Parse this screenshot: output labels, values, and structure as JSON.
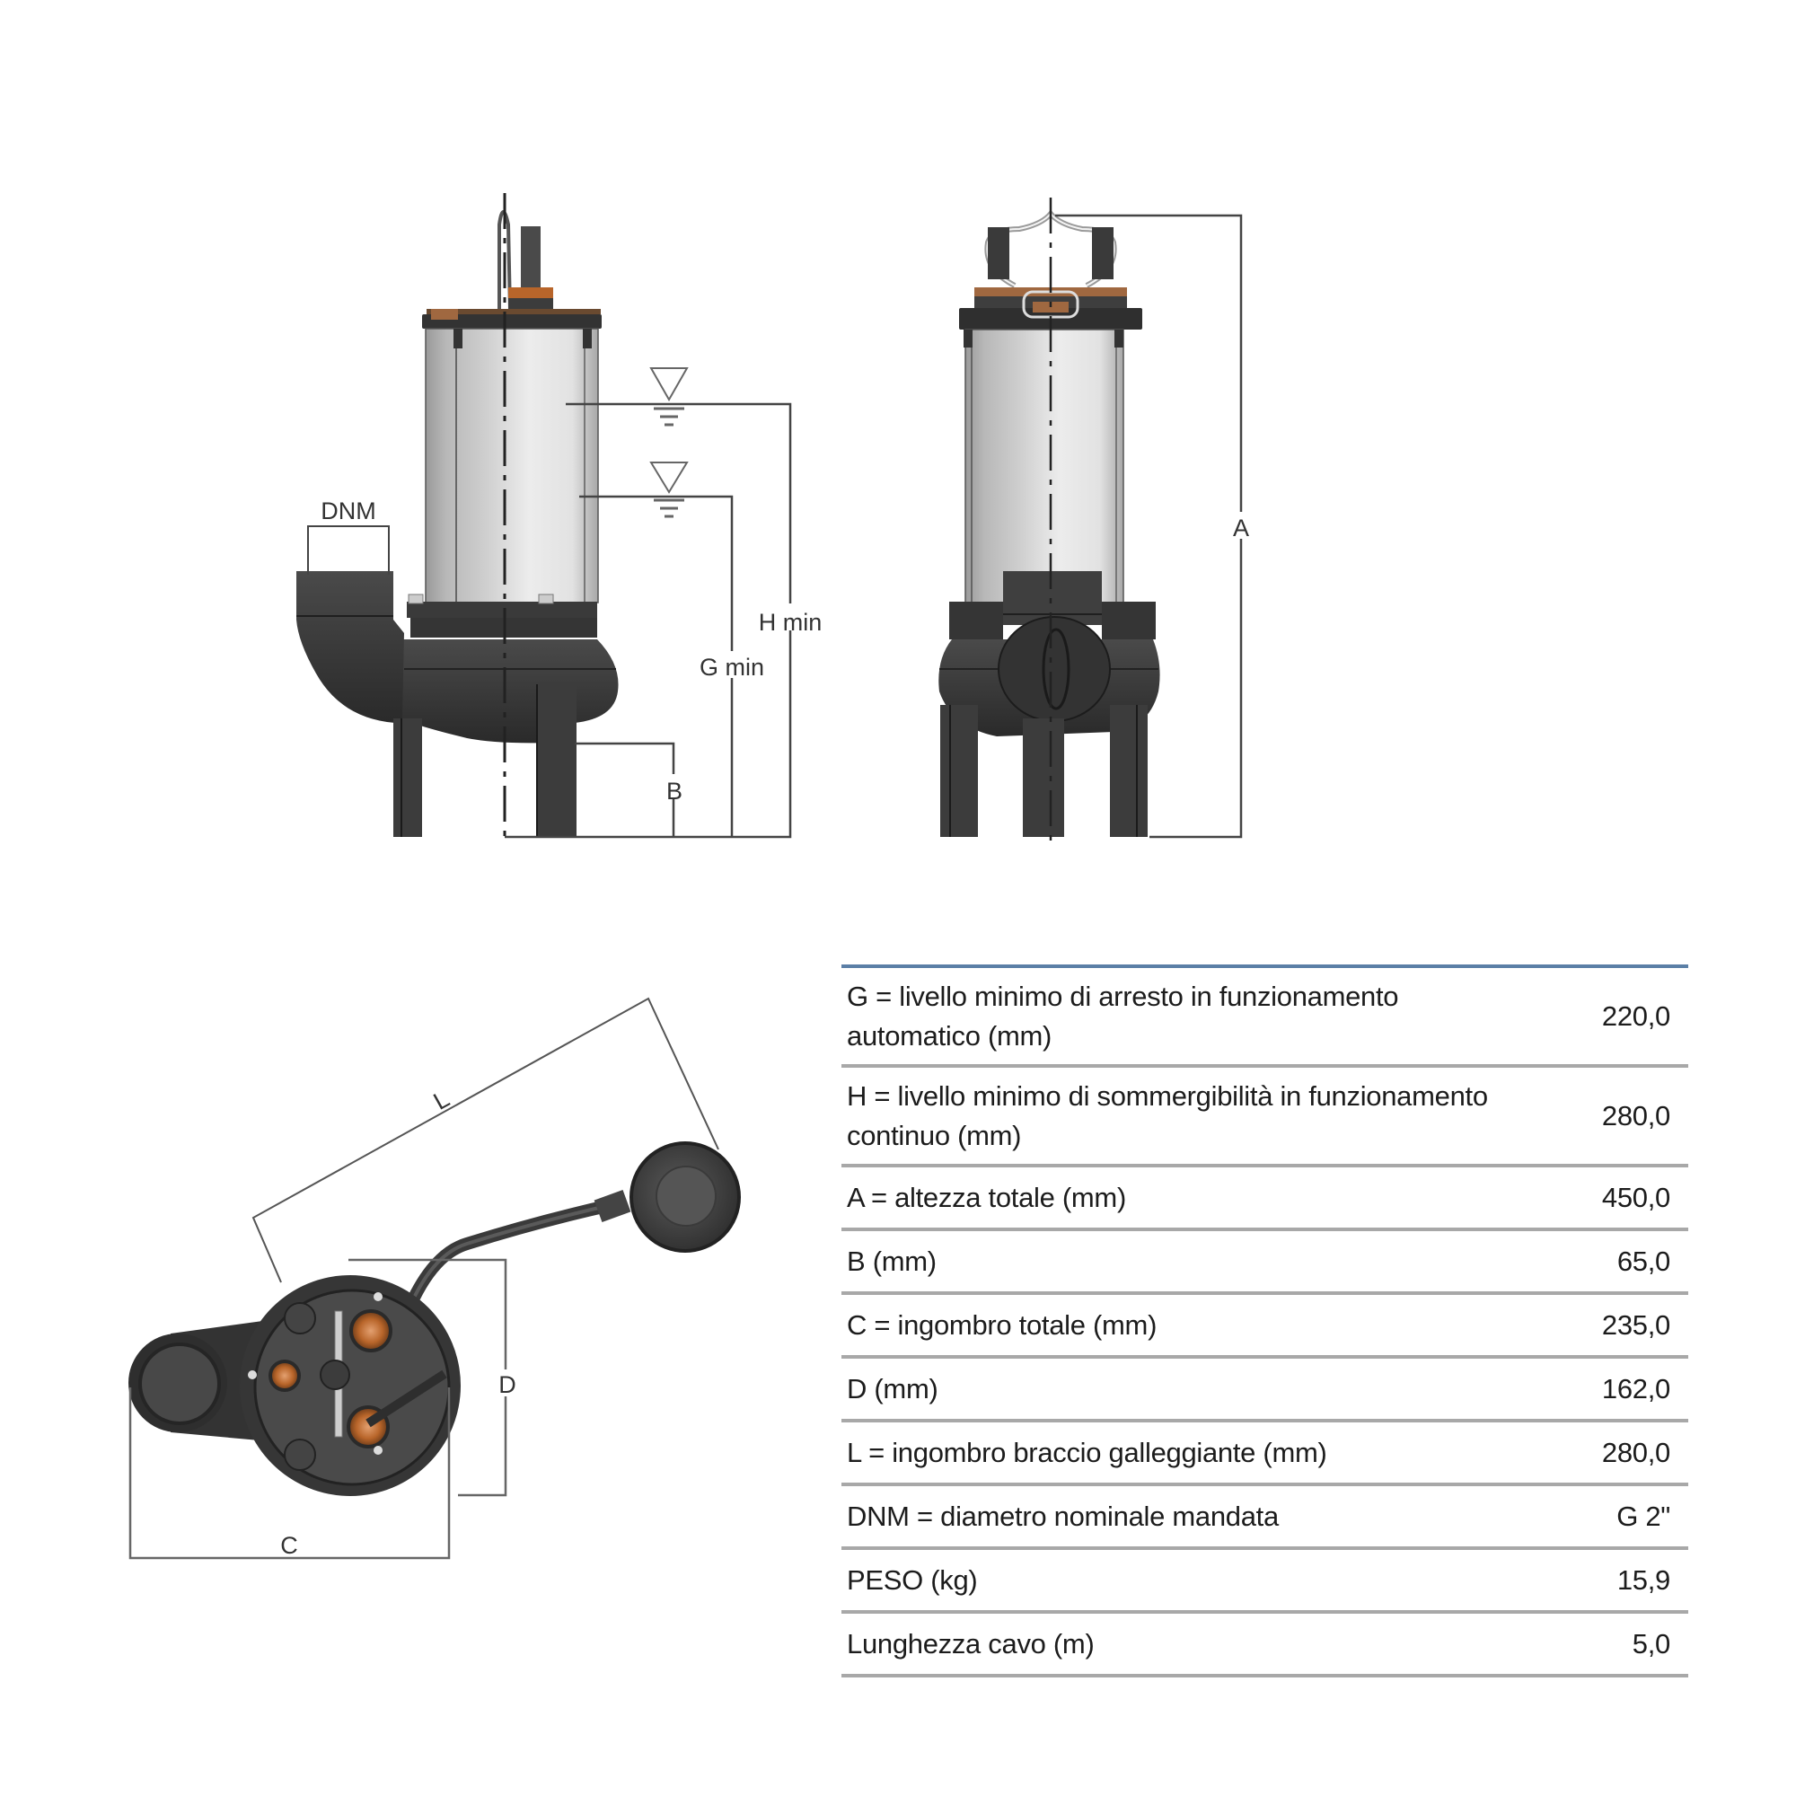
{
  "drawing": {
    "side_view": {
      "labels": {
        "dnm": "DNM",
        "h_min": "H min",
        "g_min": "G min",
        "b": "B"
      }
    },
    "front_view": {
      "labels": {
        "a": "A"
      }
    },
    "top_view": {
      "labels": {
        "l": "L",
        "c": "C",
        "d": "D"
      }
    },
    "colors": {
      "dimension_line": "#444444",
      "pump_body_dark": "#3a3a3a",
      "motor_casing": "#d9d9d9",
      "copper_accent": "#b8652a"
    }
  },
  "spec_table": {
    "rule_color": "#5b7fa6",
    "separator_color": "#a8a8a8",
    "rows": [
      {
        "label": "G = livello minimo di arresto in funzionamento automatico (mm)",
        "value": "220,0"
      },
      {
        "label": "H = livello minimo di sommergibilità in funzionamento continuo (mm)",
        "value": "280,0"
      },
      {
        "label": "A = altezza totale (mm)",
        "value": "450,0"
      },
      {
        "label": "B (mm)",
        "value": "65,0"
      },
      {
        "label": "C = ingombro totale (mm)",
        "value": "235,0"
      },
      {
        "label": "D (mm)",
        "value": "162,0"
      },
      {
        "label": "L = ingombro braccio galleggiante (mm)",
        "value": "280,0"
      },
      {
        "label": "DNM = diametro nominale mandata",
        "value": "G 2\""
      },
      {
        "label": "PESO (kg)",
        "value": "15,9"
      },
      {
        "label": "Lunghezza cavo (m)",
        "value": "5,0"
      }
    ]
  }
}
